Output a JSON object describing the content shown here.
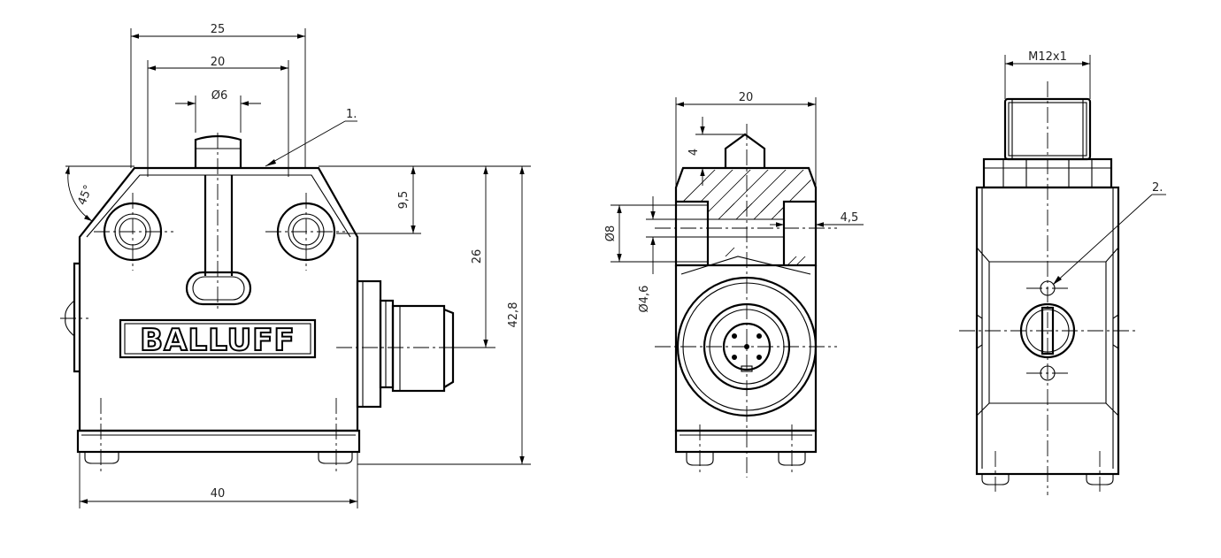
{
  "brand": "BALLUFF",
  "front_view": {
    "dims": {
      "width_top": "25",
      "width_inner": "20",
      "plunger_dia": "Ø6",
      "angle": "45°",
      "height_hole": "9,5",
      "height_connector": "26",
      "height_total": "42,8",
      "width_total": "40"
    },
    "callout": "1."
  },
  "side_view": {
    "dims": {
      "width": "20",
      "plunger_height": "4",
      "bore_dia": "Ø8",
      "counterbore": "4,5",
      "hole_dia": "Ø4,6"
    }
  },
  "rear_view": {
    "dims": {
      "thread": "M12x1"
    },
    "callout": "2."
  }
}
